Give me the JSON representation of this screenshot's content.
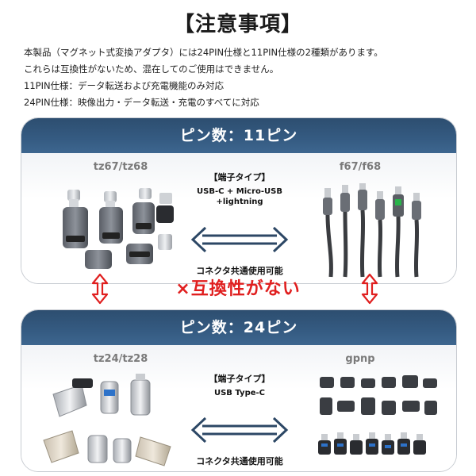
{
  "title": "【注意事項】",
  "intro": [
    "本製品（マグネット式変換アダプタ）には24PIN仕様と11PIN仕様の2種類があります。",
    "これらは互換性がないため、混在してのご使用はできません。",
    "11PIN仕様：データ転送および充電機能のみ対応",
    "24PIN仕様：映像出力・データ転送・充電のすべてに対応"
  ],
  "top_panel": {
    "header": "ピン数：11ピン",
    "left_model": "tz67/tz68",
    "right_model": "f67/f68",
    "terminal_title": "【端子タイプ】",
    "terminal_lines": [
      "USB-C + Micro-USB",
      "+lightning"
    ],
    "compat": "コネクタ共通使用可能"
  },
  "incompatible": "×互換性がない",
  "bottom_panel": {
    "header": "ピン数：24ピン",
    "left_model": "tz24/tz28",
    "right_model": "gpnp",
    "terminal_title": "【端子タイプ】",
    "terminal_lines": [
      "USB Type-C"
    ],
    "compat": "コネクタ共通使用可能"
  },
  "colors": {
    "header_blue": "#2d4e70",
    "arrow_navy": "#2c4765",
    "warning_red": "#e01f1f"
  }
}
